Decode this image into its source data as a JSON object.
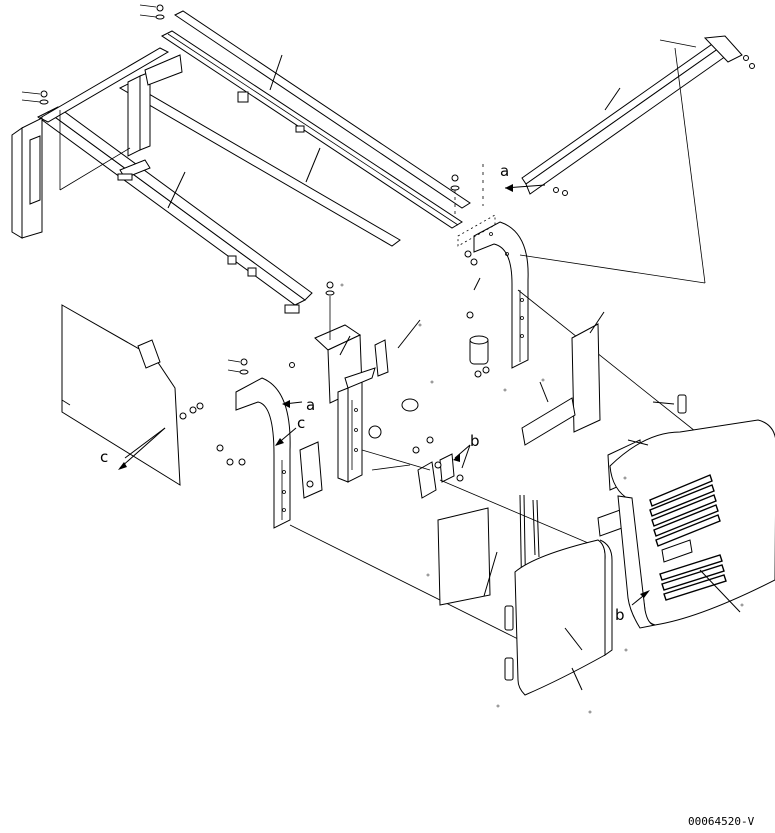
{
  "diagram": {
    "callouts": {
      "a1": "a",
      "a2": "a",
      "b1": "b",
      "b2": "b",
      "c1": "c",
      "c2": "c"
    },
    "part_number": "00064520-V"
  }
}
